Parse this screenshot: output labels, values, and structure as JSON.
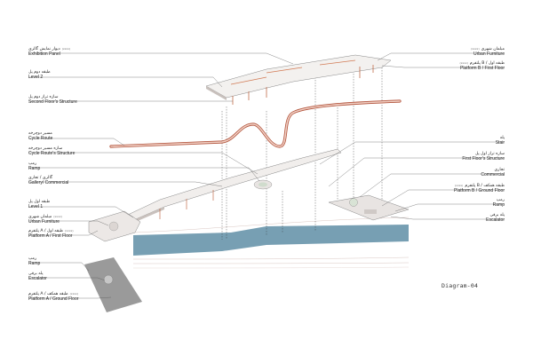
{
  "title": "Diagram-04",
  "colors": {
    "water": "#5f8ea6",
    "cycle_route": "#e9b8a8",
    "cycle_route_edge": "#b2543c",
    "structure": "#b9572f",
    "platform": "#9a9a9a",
    "leader": "#555555"
  },
  "labels_left": [
    {
      "fa": "دیوار نمایش گالری",
      "code": "(xxxx)",
      "en": "Exhibition Panel"
    },
    {
      "fa": "طبقه دوم پل",
      "code": "",
      "en": "Level 2"
    },
    {
      "fa": "سازه تراز دوم پل",
      "code": "",
      "en": "Second Floor's Structure"
    },
    {
      "fa": "مسیر دوچرخه",
      "code": "",
      "en": "Cycle Route"
    },
    {
      "fa": "سازه مسیر دوچرخه",
      "code": "",
      "en": "Cycle Route's Structure"
    },
    {
      "fa": "رمپ",
      "code": "",
      "en": "Ramp"
    },
    {
      "fa": "گالری / تجاری",
      "code": "",
      "en": "Gallery/ Commercial"
    },
    {
      "fa": "طبقه اول پل",
      "code": "",
      "en": "Level 1"
    },
    {
      "fa": "مبلمان شهری",
      "code": "(xxxx)",
      "en": "Urban Furniture"
    },
    {
      "fa": "پلتفرم A / طبقه اول",
      "code": "(xxxx)",
      "en": "Platform A / First Floor"
    },
    {
      "fa": "رمپ",
      "code": "",
      "en": "Ramp"
    },
    {
      "fa": "پله برقی",
      "code": "",
      "en": "Escalator"
    },
    {
      "fa": "پلتفرم A / طبقه همکف",
      "code": "(xxxx)",
      "en": "Platform A / Ground Floor"
    }
  ],
  "labels_right": [
    {
      "fa": "مبلمان شهری",
      "code": "(xxxx)",
      "en": "Urban Furniture"
    },
    {
      "fa": "پلتفرم B / طبقه اول",
      "code": "(xxxx)",
      "en": "Platform B / First Floor"
    },
    {
      "fa": "پله",
      "code": "",
      "en": "Stair"
    },
    {
      "fa": "سازه تراز اول پل",
      "code": "",
      "en": "First Floor's Structure"
    },
    {
      "fa": "تجاری",
      "code": "",
      "en": "Commercial"
    },
    {
      "fa": "پلتفرم B / طبقه همکف",
      "code": "(xxxx)",
      "en": "Platform B / Ground Floor"
    },
    {
      "fa": "رمپ",
      "code": "",
      "en": "Ramp"
    },
    {
      "fa": "پله برقی",
      "code": "",
      "en": "Escalator"
    }
  ]
}
